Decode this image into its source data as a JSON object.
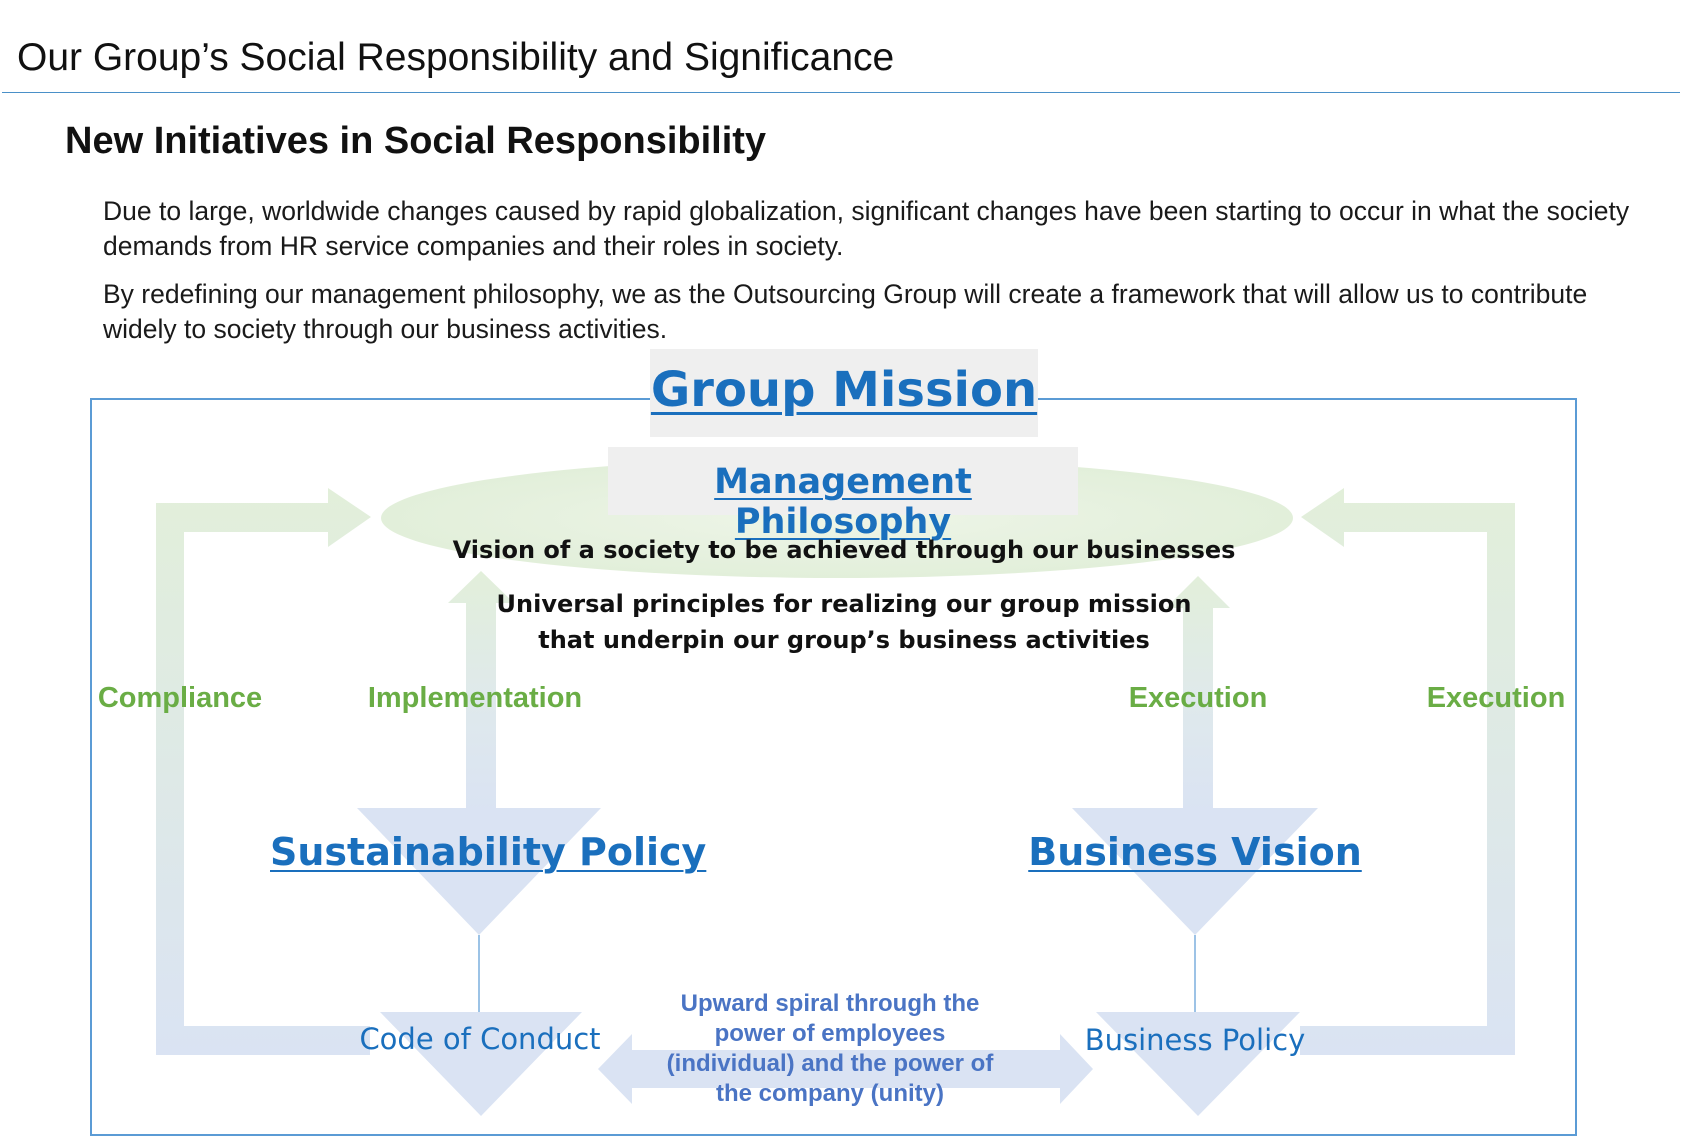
{
  "page": {
    "title": "Our Group’s Social Responsibility and Significance",
    "section_heading": "New Initiatives in Social Responsibility",
    "paragraphs": [
      "Due to large, worldwide changes caused by rapid globalization, significant changes have been starting to occur in what the society demands from HR service companies and their roles in society.",
      "By redefining our management philosophy, we as the Outsourcing Group will create a framework that will allow us to contribute widely to society through our business activities."
    ]
  },
  "diagram": {
    "group_mission": "Group Mission",
    "management_philosophy": "Management Philosophy",
    "vision_line": "Vision of a society to be achieved through our businesses",
    "principles_line": "Universal principles for realizing our group mission that underpin our group’s business activities",
    "arrows": {
      "compliance": "Compliance",
      "implementation": "Implementation",
      "execution_inner": "Execution",
      "execution_outer": "Execution"
    },
    "sustainability_policy": "Sustainability Policy",
    "business_vision": "Business Vision",
    "code_of_conduct": "Code of Conduct",
    "business_policy": "Business Policy",
    "spiral_text": "Upward spiral through the power of employees (individual) and the power of the company (unity)"
  },
  "colors": {
    "accent_blue": "#1a6fbd",
    "label_green": "#6aad45",
    "spiral_blue": "#4a74c4",
    "frame_blue": "#5b9bd5",
    "arrow_green": "#e2efda",
    "arrow_blue": "#dae3f3"
  }
}
